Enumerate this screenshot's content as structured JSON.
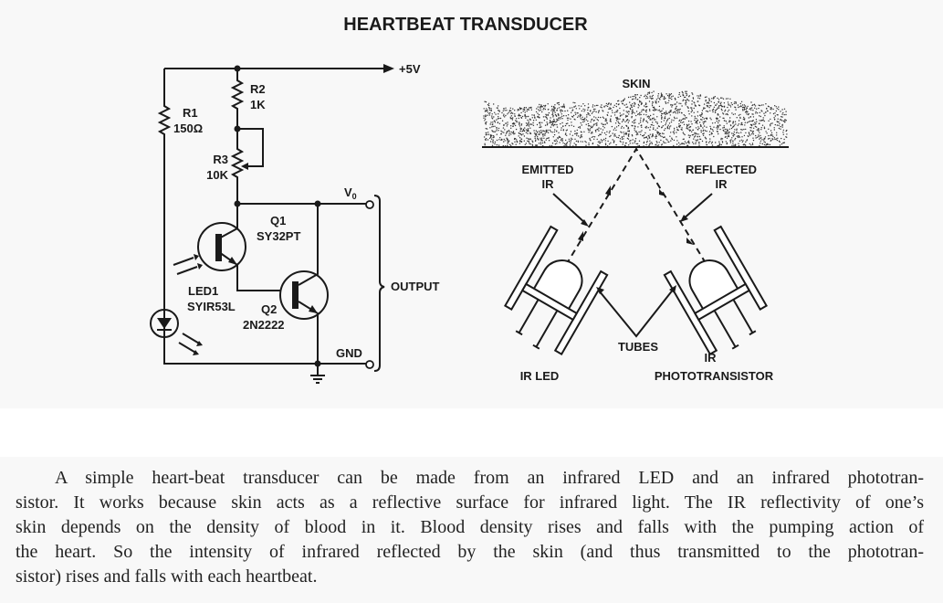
{
  "title": "HEARTBEAT TRANSDUCER",
  "schematic": {
    "supply": "+5V",
    "r1": {
      "name": "R1",
      "value": "150Ω"
    },
    "r2": {
      "name": "R2",
      "value": "1K"
    },
    "r3": {
      "name": "R3",
      "value": "10K"
    },
    "q1": {
      "name": "Q1",
      "part": "SY32PT"
    },
    "q2": {
      "name": "Q2",
      "part": "2N2222"
    },
    "led1": {
      "name": "LED1",
      "part": "SYIR53L"
    },
    "vo": "V",
    "vo_sub": "0",
    "gnd": "GND",
    "output": "OUTPUT"
  },
  "sensor": {
    "skin": "SKIN",
    "emitted": [
      "EMITTED",
      "IR"
    ],
    "reflected": [
      "REFLECTED",
      "IR"
    ],
    "tubes": "TUBES",
    "ir_led": "IR LED",
    "ir_photo": [
      "IR",
      "PHOTOTRANSISTOR"
    ]
  },
  "body_lines": [
    "A simple heart-beat transducer can be made from an infrared LED and an infrared phototran-",
    "sistor. It works because skin acts as a reflective surface for infrared light. The IR reflectivity of one’s",
    "skin depends on the density of blood in it. Blood density rises and falls with the pumping action of",
    "the heart. So the intensity of infrared reflected by the skin (and thus transmitted to the phototran-",
    "sistor) rises and falls with each heartbeat."
  ]
}
